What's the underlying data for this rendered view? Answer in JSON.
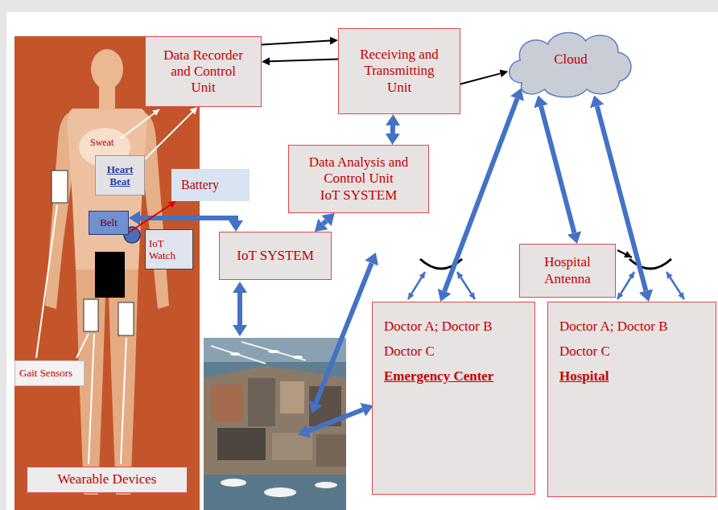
{
  "diagram": {
    "nodes": [
      {
        "text": [
          "Data Recorder and Control Unit"
        ]
      },
      {
        "text": [
          "Receiving and Transmitting Unit"
        ]
      },
      {
        "text": [
          "Cloud"
        ]
      },
      {
        "text": [
          "Heart Beat"
        ]
      },
      {
        "text": [
          "Data Analysis and Control Unit",
          "IoT SYSTEM"
        ]
      },
      {
        "text": [
          "Battery"
        ]
      },
      {
        "text": [
          "Belt"
        ]
      },
      {
        "text": [
          "IoT Watch"
        ]
      },
      {
        "text": [
          "IoT SYSTEM"
        ]
      },
      {
        "text": [
          "Hospital Antenna"
        ]
      },
      {
        "text": [
          "Doctor A; Doctor B",
          "Doctor C",
          "Emergency Center"
        ]
      },
      {
        "text": [
          "Doctor A; Doctor B",
          "Doctor C",
          "Hospital"
        ]
      },
      {
        "text": [
          "Gait Sensors"
        ]
      },
      {
        "text": [
          "Wearable Devices"
        ]
      }
    ],
    "edges": [
      {
        "from": 0,
        "to": 1,
        "arrow": "to"
      },
      {
        "from": 1,
        "to": 0,
        "arrow": "to"
      },
      {
        "from": 1,
        "to": 2,
        "arrow": "to"
      },
      {
        "from": 1,
        "to": 4,
        "arrow": "both"
      },
      {
        "from": 8,
        "to": 4,
        "arrow": "both"
      },
      {
        "from": 6,
        "to": 8,
        "arrow": "both"
      },
      {
        "from": 3,
        "to": 0,
        "arrow": "to"
      },
      {
        "from": 6,
        "to": 5,
        "arrow": "to"
      },
      {
        "from": 2,
        "to": 10,
        "arrow": "both"
      },
      {
        "from": 2,
        "to": 9,
        "arrow": "both"
      },
      {
        "from": 2,
        "to": 11,
        "arrow": "both"
      }
    ],
    "labels": [
      "Sweat"
    ]
  }
}
